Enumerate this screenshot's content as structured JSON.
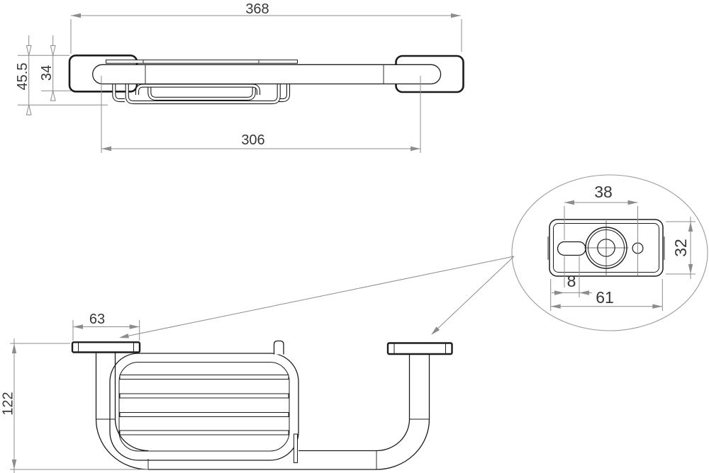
{
  "dims": {
    "front": {
      "overall_width": "368",
      "overall_height": "45.5",
      "bracket_height": "34",
      "mount_spacing": "306"
    },
    "plan": {
      "bracket_width": "63",
      "depth": "122"
    },
    "detail": {
      "hole_spacing": "38",
      "plate_height": "32",
      "slot_length": "8",
      "plate_width": "61"
    }
  },
  "colors": {
    "part_line": "#1c1c1c",
    "dimension_line": "#8c8c8c",
    "dimension_text": "#383838",
    "background": "#ffffff"
  }
}
